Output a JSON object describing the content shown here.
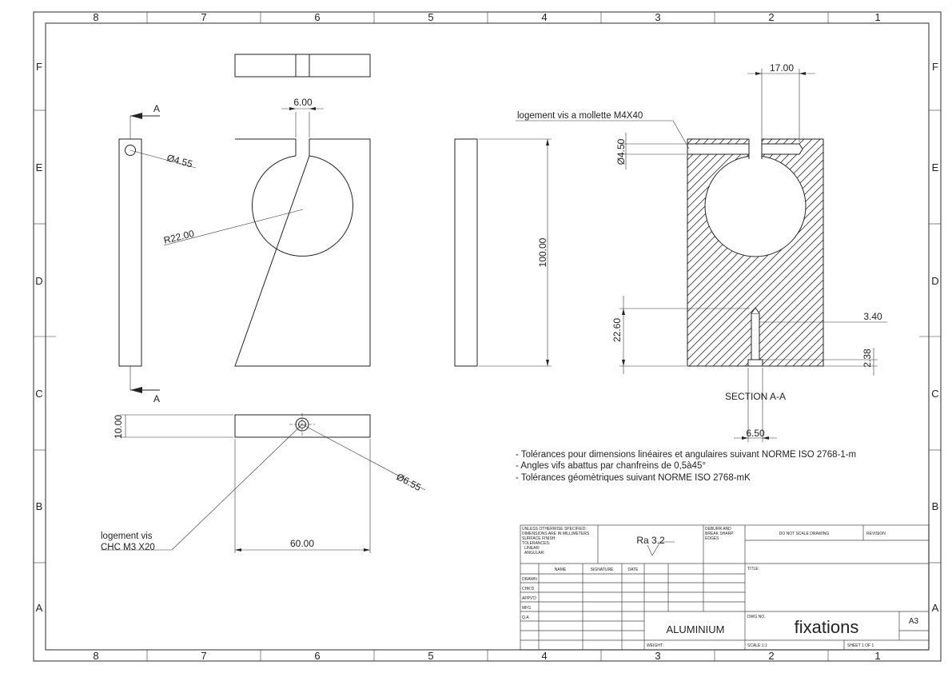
{
  "border": {
    "columns_top": [
      "8",
      "7",
      "6",
      "5",
      "4",
      "3",
      "2",
      "1"
    ],
    "columns_bottom": [
      "8",
      "7",
      "6",
      "5",
      "4",
      "3",
      "2",
      "1"
    ],
    "rows_left": [
      "F",
      "E",
      "D",
      "C",
      "B",
      "A"
    ],
    "rows_right": [
      "F",
      "E",
      "D",
      "C",
      "B",
      "A"
    ]
  },
  "views": {
    "section_markers": [
      "A",
      "A"
    ],
    "dims": {
      "hole_dia": "Ø4.55",
      "slot_width": "6.00",
      "radius": "R22.00",
      "height": "100.00",
      "thickness": "10.00",
      "width": "60.00",
      "csk_dia": "Ø6.55",
      "screw_hole_offset": "17.00",
      "screw_hole_dia": "Ø4.50",
      "hole_depth": "22.60",
      "hole_dia_small": "3.40",
      "cb_depth": "2.38",
      "cb_dia": "6.50"
    },
    "callouts": {
      "thumb_screw": "logement vis a mollette M4X40",
      "chc_line1": "logement vis",
      "chc_line2": "CHC M3 X20"
    },
    "section_label": "SECTION A-A"
  },
  "notes": [
    "- Tolérances pour dimensions linéaires et angulaires suivant NORME ISO 2768-1-m",
    "- Angles vifs abattus par chanfreins de 0,5à45°",
    "- Tolérances géomètriques suivant NORME ISO 2768-mK"
  ],
  "title_block": {
    "unless_lines": [
      "UNLESS OTHERWISE SPECIFIED:",
      "DIMENSIONS ARE IN MILLIMETERS",
      "SURFACE FINISH:",
      "TOLERANCES:",
      "  LINEAR:",
      "  ANGULAR:"
    ],
    "finish": "Ra 3.2",
    "deburr_lines": [
      "DEBURR AND",
      "BREAK SHARP",
      "EDGES"
    ],
    "do_not_scale": "DO NOT SCALE DRAWING",
    "revision": "REVISION",
    "col_name": "NAME",
    "col_signature": "SIGNATURE",
    "col_date": "DATE",
    "rows": [
      "DRAWN",
      "CHK'D",
      "APPV'D",
      "MFG",
      "Q.A"
    ],
    "title_label": "TITLE:",
    "material": "ALUMINIUM",
    "dwg_no_label": "DWG NO.",
    "dwg_no": "fixations",
    "size": "A3",
    "weight_label": "WEIGHT:",
    "scale": "SCALE:1:1",
    "sheet": "SHEET 1 OF 1"
  }
}
